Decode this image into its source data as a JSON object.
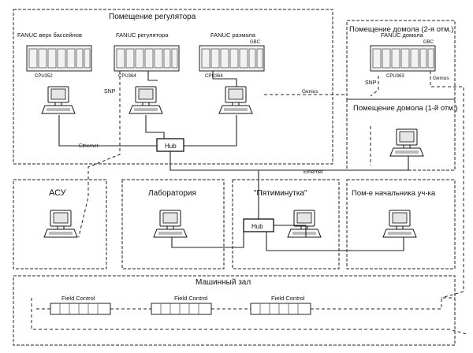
{
  "rooms": {
    "regulator": "Помещение регулятора",
    "domol2": "Помещение домола (2-я отм.)",
    "domol1": "Помещение домола (1-й отм.)",
    "asu": "АСУ",
    "lab": "Лаборатория",
    "pyatiminutka": "\"Пятиминутка\"",
    "chief": "Пом-е начальника уч-ка",
    "machine_hall": "Машинный зал"
  },
  "plcs": {
    "basin": {
      "name": "FANUC верх бассейнов",
      "cpu": "CPU352"
    },
    "regulator": {
      "name": "FANUC регулятора",
      "cpu": "CPU364"
    },
    "razmol": {
      "name": "FANUC размола",
      "cpu": "CPU364",
      "gbc": "GBC"
    },
    "domol": {
      "name": "FANUC домола",
      "cpu": "CPU363",
      "gbc": "GBC"
    }
  },
  "labels": {
    "snp_left": "SNP",
    "snp_right": "SNP",
    "genius_top": "Genius",
    "genius_right": "Genius",
    "ethernet_left": "Ethernet",
    "ethernet_mid": "Ethernet"
  },
  "hubs": {
    "top": "Hub",
    "bottom": "Hub"
  },
  "field_controls": [
    "Field Control",
    "Field Control",
    "Field Control"
  ],
  "icons": [
    "plc-rack-icon",
    "workstation-pc-icon",
    "network-hub-icon",
    "field-control-module-icon"
  ]
}
